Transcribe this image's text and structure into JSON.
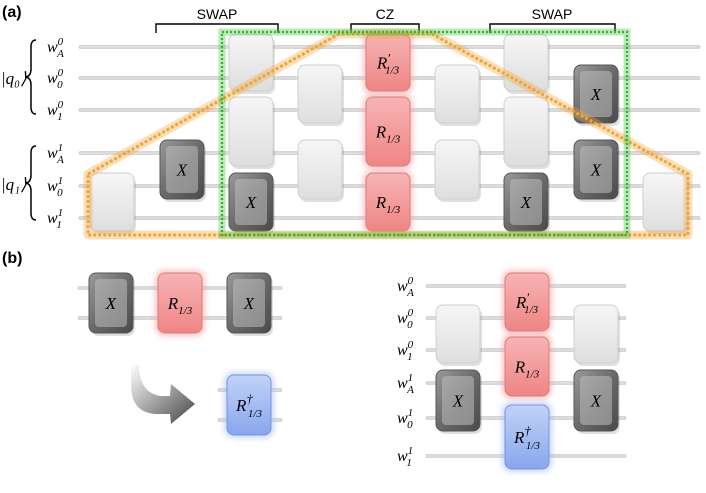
{
  "panel_labels": {
    "a": "(a)",
    "b": "(b)"
  },
  "headers": {
    "swap_left": "SWAP",
    "cz": "CZ",
    "swap_right": "SWAP"
  },
  "registers": {
    "q0": "|q₀⟩",
    "q1": "|q₁⟩"
  },
  "wires_a": [
    {
      "base": "w",
      "sub": "A",
      "sup": "0"
    },
    {
      "base": "w",
      "sub": "0",
      "sup": "0"
    },
    {
      "base": "w",
      "sub": "1",
      "sup": "0"
    },
    {
      "base": "w",
      "sub": "A",
      "sup": "1"
    },
    {
      "base": "w",
      "sub": "0",
      "sup": "1"
    },
    {
      "base": "w",
      "sub": "1",
      "sup": "1"
    }
  ],
  "wires_b": [
    {
      "base": "w",
      "sub": "A",
      "sup": "0"
    },
    {
      "base": "w",
      "sub": "0",
      "sup": "0"
    },
    {
      "base": "w",
      "sub": "1",
      "sup": "0"
    },
    {
      "base": "w",
      "sub": "A",
      "sup": "1"
    },
    {
      "base": "w",
      "sub": "0",
      "sup": "1"
    },
    {
      "base": "w",
      "sub": "1",
      "sup": "1"
    }
  ],
  "gate_labels": {
    "x": "X",
    "r_base": "R",
    "r_sub": "1/3",
    "r_prime": "′",
    "r_dagger": "†"
  },
  "colors": {
    "gray_gate": "#6f6f6f",
    "light_gate": "#e9e9e9",
    "red_gate": "#f39b9b",
    "blue_gate": "#9db7f2",
    "green_box": "#38c238",
    "orange_box": "#f2a333"
  }
}
